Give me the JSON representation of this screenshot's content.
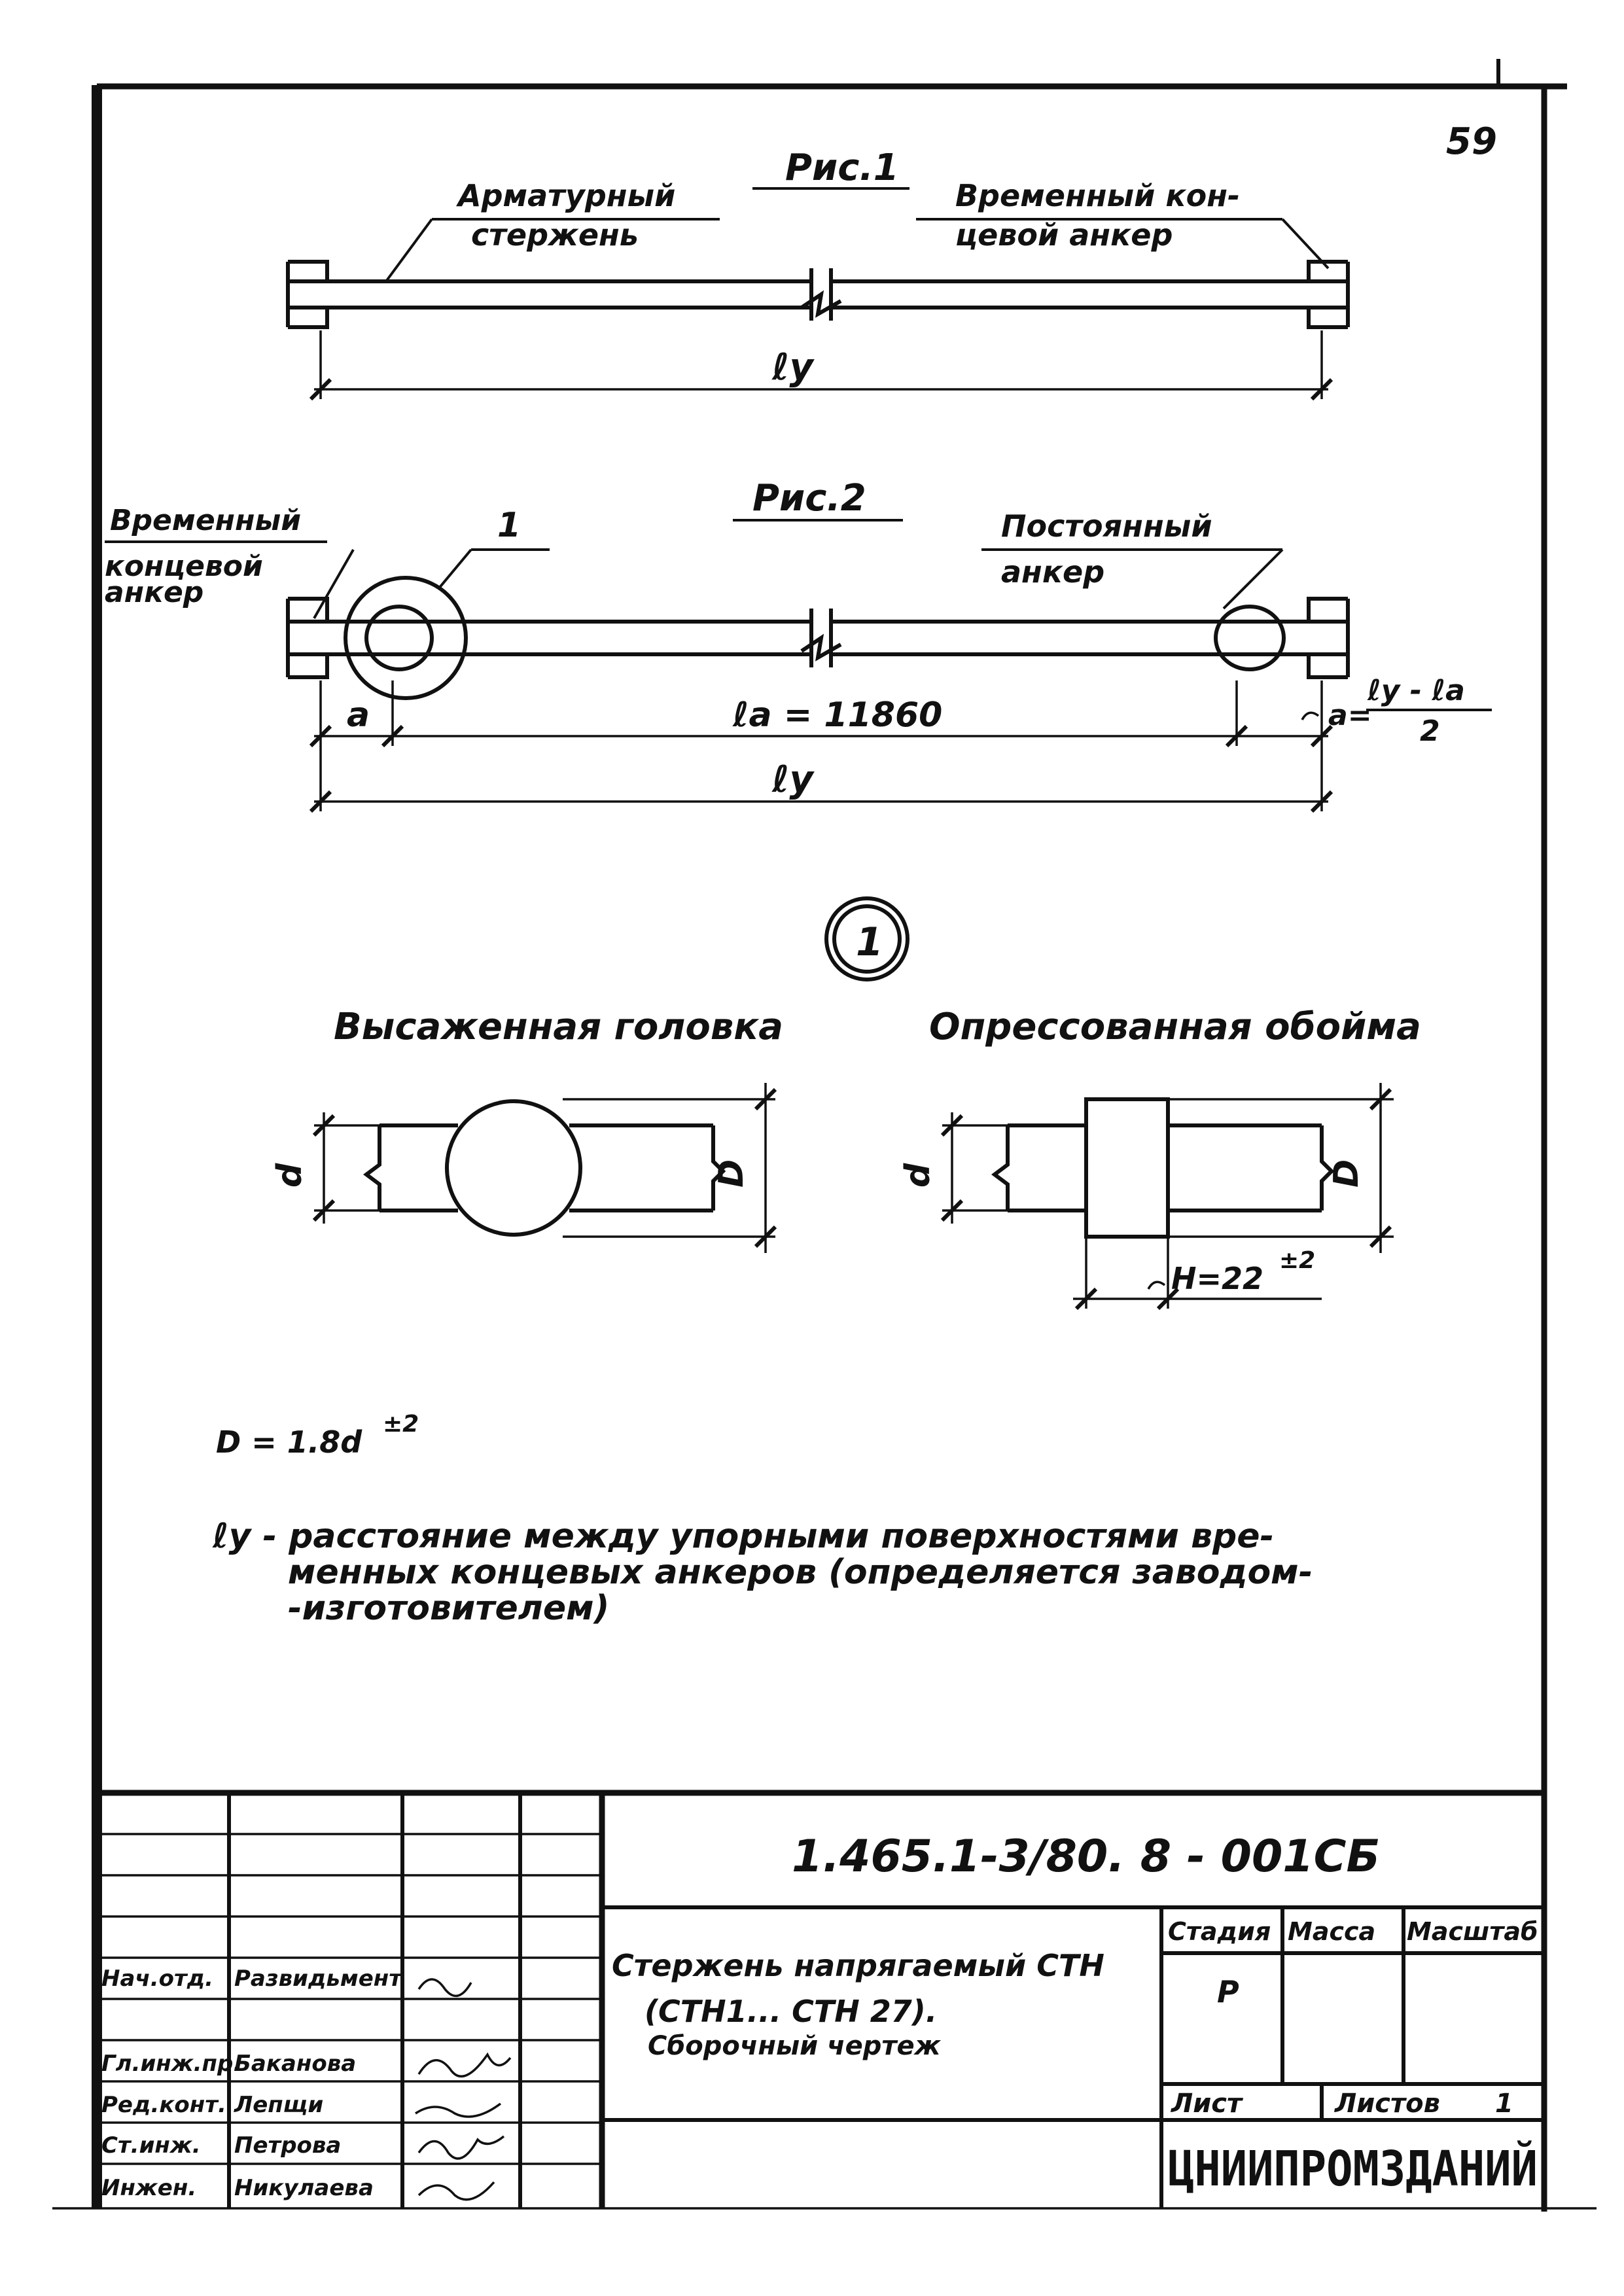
{
  "sheet": {
    "page_number": "59"
  },
  "fig1": {
    "title": "Рис.1",
    "label_left_line1": "Арматурный",
    "label_left_line2": "стержень",
    "label_right_line1": "Временный кон-",
    "label_right_line2": "цевой анкер",
    "dim_ly": "ℓу"
  },
  "fig2": {
    "title": "Рис.2",
    "label_left_line1": "Временный",
    "label_left_line2": "концевой",
    "label_left_line3": "анкер",
    "callout": "1",
    "label_right_line1": "Постоянный",
    "label_right_line2": "анкер",
    "dim_a": "a",
    "dim_la": "ℓa = 11860",
    "dim_ly": "ℓу",
    "formula_prefix": "a=",
    "formula_num": "ℓу - ℓa",
    "formula_den": "2"
  },
  "detail": {
    "marker": "1",
    "left_title": "Высаженная головка",
    "right_title": "Опрессованная обойма",
    "dim_d": "d",
    "dim_D": "D",
    "dim_H": "H=22",
    "dim_H_tol": "±2"
  },
  "notes": {
    "formula": "D = 1.8d",
    "formula_tol": "±2",
    "note_line1": "ℓу - расстояние между упорными поверхностями вре-",
    "note_line2": "менных концевых анкеров (определяется заводом-",
    "note_line3": "-изготовителем)"
  },
  "title_block": {
    "doc_code": "1.465.1-3/80. 8 - 001СБ",
    "name_line1": "Стержень напрягаемый СТН",
    "name_line2": "(СТН1... СТН 27).",
    "name_line3": "Сборочный чертеж",
    "stage_header": "Стадия",
    "mass_header": "Масса",
    "scale_header": "Масштаб",
    "stage_value": "Р",
    "sheet_label": "Лист",
    "sheets_label": "Листов",
    "sheets_value": "1",
    "organization": "ЦНИИПРОМЗДАНИЙ",
    "roles": [
      {
        "role": "Нач.отд.",
        "name": "Развидьмент"
      },
      {
        "role": "Гл.инж.пр.",
        "name": "Баканова"
      },
      {
        "role": "Ред.конт.",
        "name": "Лепщи"
      },
      {
        "role": "Ст.инж.",
        "name": "Петрова"
      },
      {
        "role": "Инжен.",
        "name": "Никулаева"
      }
    ]
  }
}
